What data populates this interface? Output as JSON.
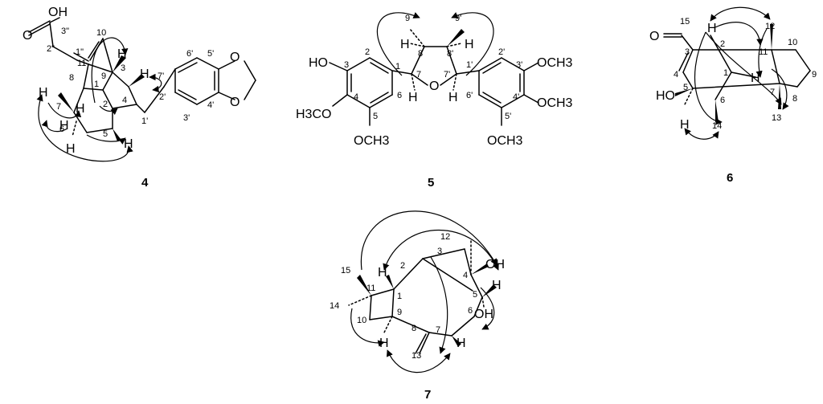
{
  "figure": {
    "compounds": [
      {
        "id": "4",
        "label": "4",
        "atoms": {
          "o_acid": "O",
          "oh_acid": "OH",
          "h9": "H",
          "h3": "H",
          "h8": "H",
          "h2": "H",
          "h6a": "H",
          "h6b": "H",
          "h5": "H"
        },
        "locants": [
          "10",
          "2\"",
          "3\"",
          "1\"",
          "11",
          "9",
          "8",
          "1",
          "3",
          "7",
          "2",
          "4",
          "6",
          "5",
          "1'",
          "6'",
          "5'",
          "7'",
          "2'",
          "4'",
          "3'"
        ]
      },
      {
        "id": "5",
        "label": "5",
        "atoms": {
          "ho": "HO",
          "h3co": "H3CO",
          "och3_5": "OCH3",
          "o_ring": "O",
          "h7": "H",
          "h7p": "H",
          "h8": "H",
          "h8p": "H",
          "och3_3p": "OCH3",
          "och3_4p": "OCH3",
          "och3_5p": "OCH3"
        },
        "locants": [
          "9",
          "9'",
          "3",
          "2",
          "1",
          "8",
          "8'",
          "7",
          "7'",
          "1'",
          "2'",
          "3'",
          "4",
          "6",
          "6'",
          "4'",
          "5",
          "5'"
        ]
      },
      {
        "id": "6",
        "label": "6",
        "atoms": {
          "o_ald": "O",
          "ho": "HO",
          "h2": "H",
          "h1": "H",
          "h5": "H"
        },
        "locants": [
          "15",
          "12",
          "3",
          "2",
          "11",
          "10",
          "9",
          "4",
          "1",
          "5",
          "6",
          "7",
          "8",
          "14",
          "13"
        ]
      },
      {
        "id": "7",
        "label": "7",
        "atoms": {
          "oh4": "OH",
          "oh5": "OH",
          "h1": "H",
          "h5": "H",
          "h9": "H",
          "h7": "H"
        },
        "locants": [
          "12",
          "3",
          "2",
          "15",
          "4",
          "11",
          "1",
          "5",
          "14",
          "9",
          "6",
          "10",
          "8",
          "7",
          "13"
        ]
      }
    ]
  }
}
